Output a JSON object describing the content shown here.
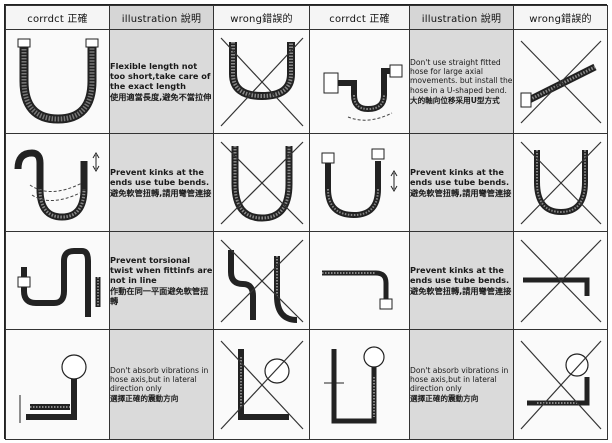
{
  "headers": {
    "correct": "corrdct 正確",
    "illustration": "illustration 說明",
    "wrong": "wrong錯誤的"
  },
  "left": [
    {
      "en": "Flexible length not too short,take care of the exact length",
      "zh": "使用適當長度,避免不當拉伸"
    },
    {
      "en": "Prevent kinks at the ends use tube bends.",
      "zh": "避免軟管扭轉,請用彎管連接"
    },
    {
      "en": "Prevent torsional twist when fittinfs are not in line",
      "zh": "作動在同一平面避免軟管扭轉"
    },
    {
      "en": "Don't absorb vibrations in hose axis,but in lateral direction only",
      "zh": "選擇正確的震動方向"
    }
  ],
  "right": [
    {
      "en": "Don't use straight fitted hose for large axial movements. but install the hose in a U-shaped bend.",
      "zh": "大的軸向位移采用U型方式"
    },
    {
      "en": "Prevent kinks at the ends use tube bends.",
      "zh": "避免軟管扭轉,請用彎管連接"
    },
    {
      "en": "Prevent kinks at the ends use tube bends.",
      "zh": "避免軟管扭轉,請用彎管連接"
    },
    {
      "en": "Don't absorb vibrations in hose axis,but in lateral direction only",
      "zh": "選擇正確的震動方向"
    }
  ],
  "icons": {
    "correct": "hose-correct-icon",
    "wrong": "hose-wrong-crossed-icon"
  }
}
